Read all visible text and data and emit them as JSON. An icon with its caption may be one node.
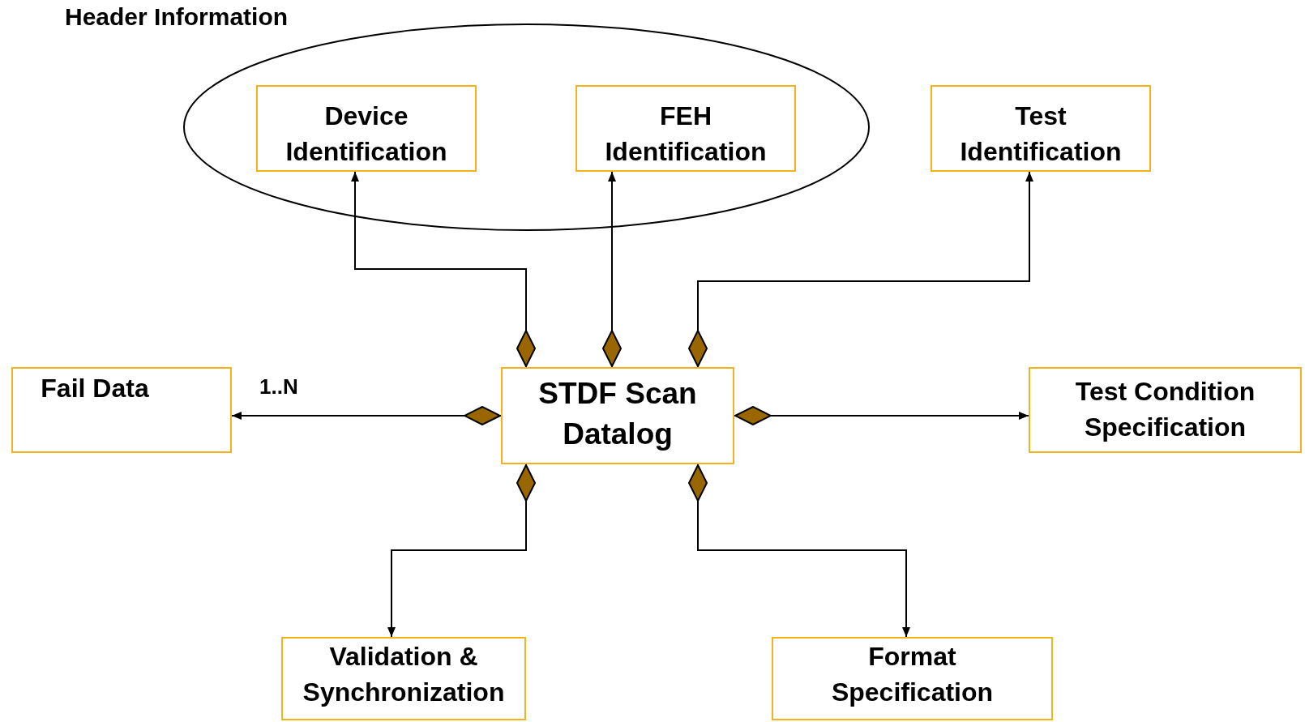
{
  "diagram": {
    "nodes": [
      {
        "text": [
          "Header Information"
        ]
      },
      {
        "text": [
          "Device Identification"
        ],
        "in": 0
      },
      {
        "text": [
          "FEH Identification"
        ],
        "in": 0
      },
      {
        "text": [
          "Test Identification"
        ]
      },
      {
        "text": [
          "STDF Scan Datalog"
        ]
      },
      {
        "text": [
          "Fail Data"
        ]
      },
      {
        "text": [
          "Test Condition Specification"
        ]
      },
      {
        "text": [
          "Validation & Synchronization"
        ]
      },
      {
        "text": [
          "Format Specification"
        ]
      }
    ],
    "edges": [
      {
        "from": 4,
        "to": 1,
        "arrow": "to"
      },
      {
        "from": 4,
        "to": 2,
        "arrow": "to"
      },
      {
        "from": 4,
        "to": 3,
        "arrow": "to"
      },
      {
        "from": 4,
        "to": 5,
        "arrow": "to",
        "label": "1..N"
      },
      {
        "from": 4,
        "to": 6,
        "arrow": "to"
      },
      {
        "from": 4,
        "to": 7,
        "arrow": "to"
      },
      {
        "from": 4,
        "to": 8,
        "arrow": "to"
      }
    ]
  }
}
